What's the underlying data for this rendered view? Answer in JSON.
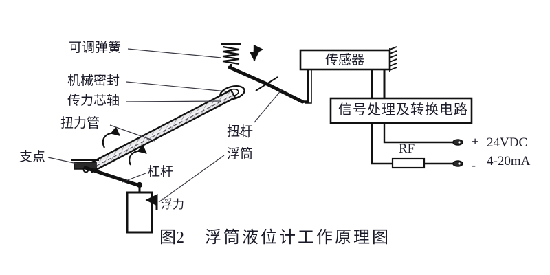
{
  "figure": {
    "caption_number": "图2",
    "caption_title": "浮筒液位计工作原理图",
    "background_color": "#ffffff",
    "ink_color": "#111111",
    "text_color": "#1a1a28"
  },
  "labels": {
    "adjustable_spring": "可调弹簧",
    "mechanical_seal": "机械密封",
    "force_transfer_shaft": "传力芯轴",
    "torque_tube": "扭力管",
    "fulcrum": "支点",
    "lever": "杠杆",
    "float": "浮筒",
    "buoyancy": "浮力",
    "torsion_bar": "扭杆"
  },
  "blocks": {
    "sensor": "传感器",
    "signal_circuit": "信号处理及转换电路"
  },
  "circuit": {
    "resistor": "RF",
    "terminal_positive": "+",
    "terminal_negative": "-",
    "supply_voltage": "24VDC",
    "output_current": "4-20mA"
  },
  "icons": {
    "spring": "coil-spring-icon",
    "displacement_arrow": "vertical-double-arrow-icon",
    "rotation_arrow": "curved-rotation-arrow-icon",
    "buoyancy_arrow": "up-arrow-icon",
    "hatch_support": "hatched-ground-support-icon",
    "terminal": "terminal-lug-icon"
  }
}
